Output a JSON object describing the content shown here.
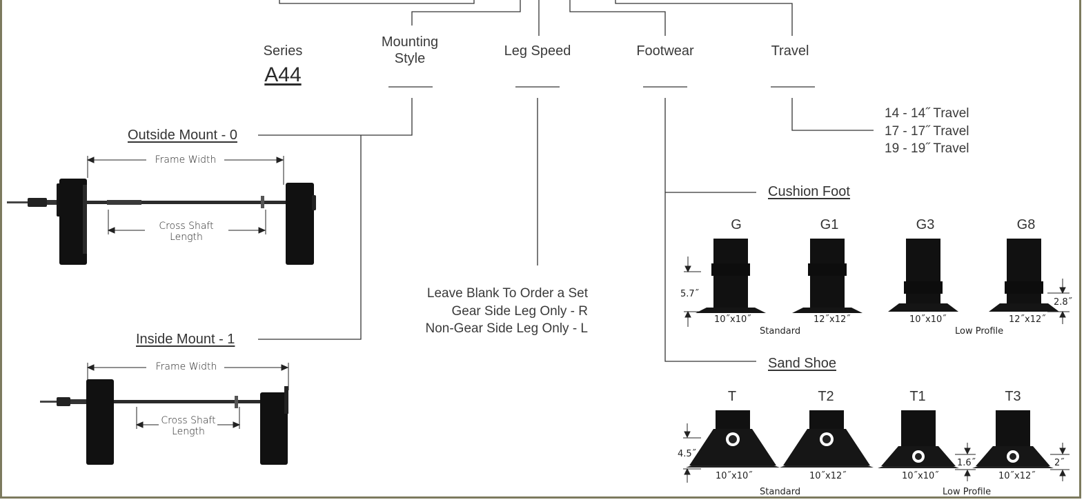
{
  "columns": {
    "series": {
      "label": "Series",
      "value": "A44"
    },
    "mounting_style": {
      "label": "Mounting\nStyle",
      "line1": "Mounting",
      "line2": "Style"
    },
    "leg_speed": {
      "label": "Leg Speed"
    },
    "footwear": {
      "label": "Footwear"
    },
    "travel": {
      "label": "Travel"
    }
  },
  "mounting": {
    "outside": "Outside Mount - 0",
    "inside": "Inside Mount - 1",
    "frame_width": "Frame Width",
    "cross_shaft_line1": "Cross Shaft",
    "cross_shaft_line2": "Length"
  },
  "leg_speed_options": [
    "Leave Blank To Order a Set",
    "Gear Side Leg Only - R",
    "Non-Gear Side Leg Only - L"
  ],
  "travel_options": [
    "14 - 14˝ Travel",
    "17 - 17˝ Travel",
    "19 - 19˝ Travel"
  ],
  "cushion_foot": {
    "title": "Cushion Foot",
    "items": [
      {
        "code": "G",
        "size": "10˝x10˝"
      },
      {
        "code": "G1",
        "size": "12˝x12˝"
      },
      {
        "code": "G3",
        "size": "10˝x10˝"
      },
      {
        "code": "G8",
        "size": "12˝x12˝"
      }
    ],
    "standard": "Standard",
    "low_profile": "Low Profile",
    "height_standard": "5.7˝",
    "height_low": "2.8˝"
  },
  "sand_shoe": {
    "title": "Sand Shoe",
    "items": [
      {
        "code": "T",
        "size": "10˝x10˝"
      },
      {
        "code": "T2",
        "size": "10˝x12˝"
      },
      {
        "code": "T1",
        "size": "10˝x10˝"
      },
      {
        "code": "T3",
        "size": "10˝x12˝"
      }
    ],
    "standard": "Standard",
    "low_profile": "Low Profile",
    "height_standard": "4.5˝",
    "height_t1": "1.6˝",
    "height_t3": "2˝"
  },
  "colors": {
    "frame": "#7c7a5e",
    "ink": "#2a2a2a",
    "part": "#111111"
  }
}
